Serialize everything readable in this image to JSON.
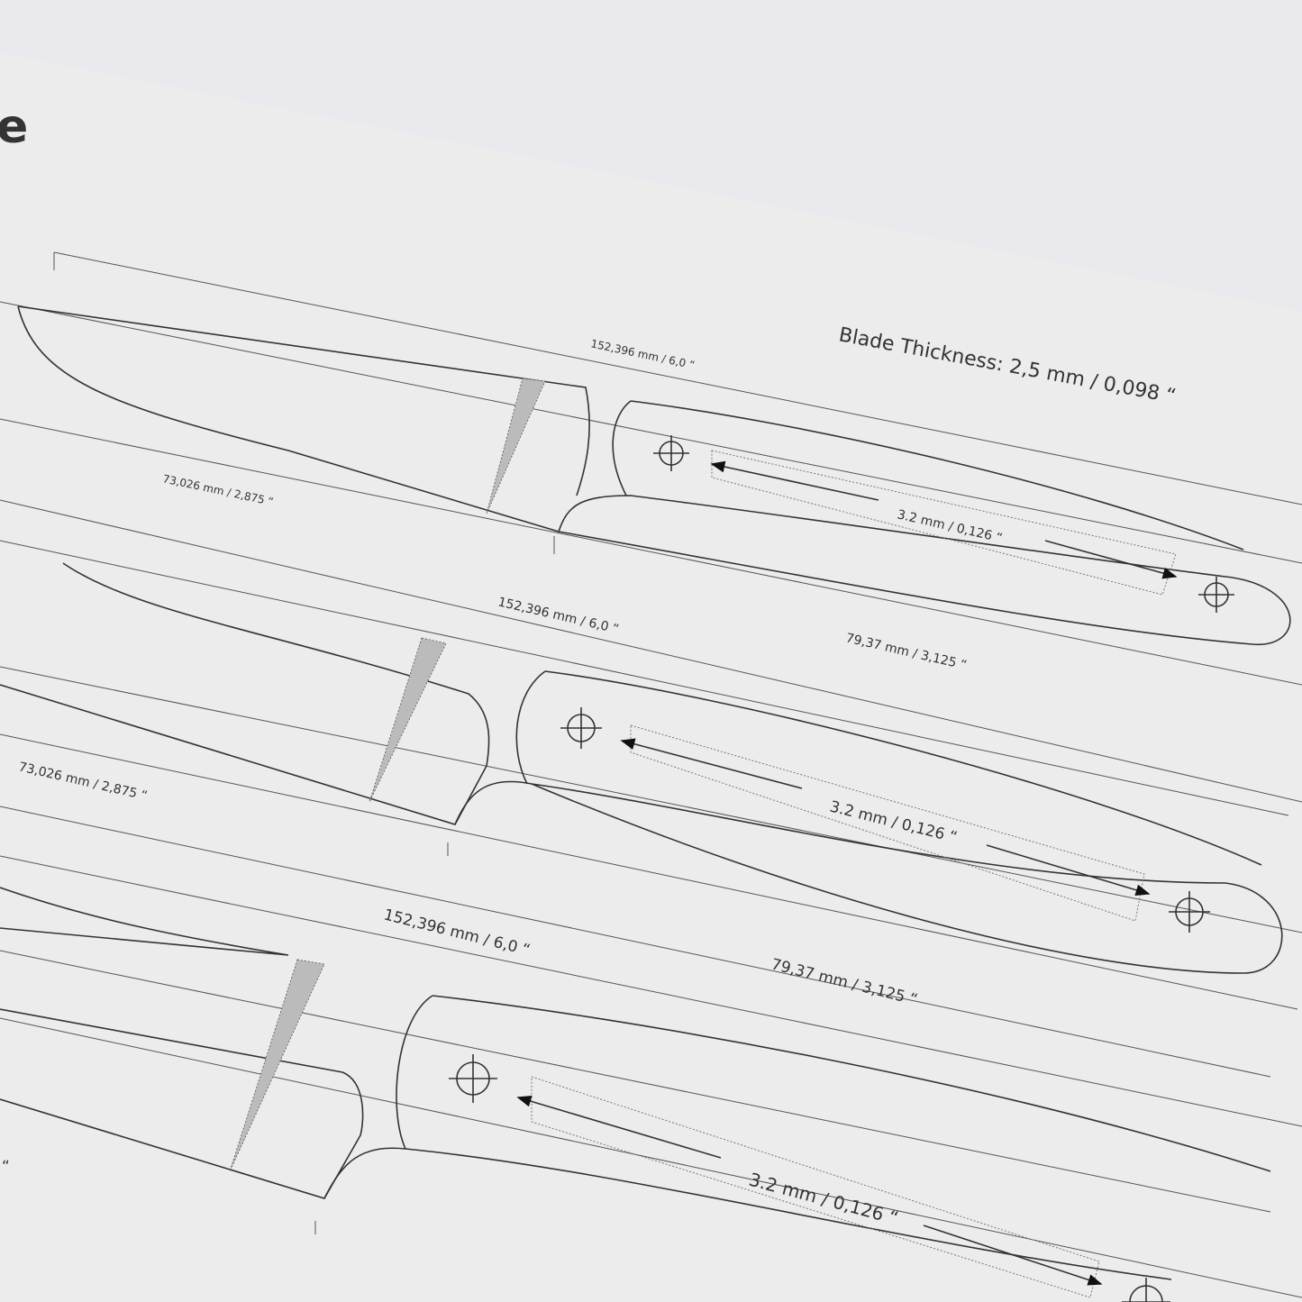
{
  "title_fragment": "e",
  "blade_thickness": "Blade Thickness: 2,5 mm / 0,098 “",
  "templates": [
    {
      "blade_length": "152,396 mm / 6,0 “",
      "bolster_offset": "73,026 mm / 2,875 “",
      "pin_spacing": "3.2 mm / 0,126 “"
    },
    {
      "blade_length": "152,396 mm / 6,0 “",
      "handle_length": "79,37 mm / 3,125 “",
      "bolster_offset": "73,026 mm / 2,875 “",
      "pin_spacing": "3.2 mm / 0,126 “"
    },
    {
      "blade_length": "152,396 mm / 6,0 “",
      "handle_length": "79,37 mm / 3,125 “",
      "pin_spacing": "3.2 mm / 0,126 “",
      "partial_mark": "“"
    }
  ],
  "colors": {
    "paper": "#ececec",
    "background": "#e9e9ec",
    "ink": "#333333"
  }
}
